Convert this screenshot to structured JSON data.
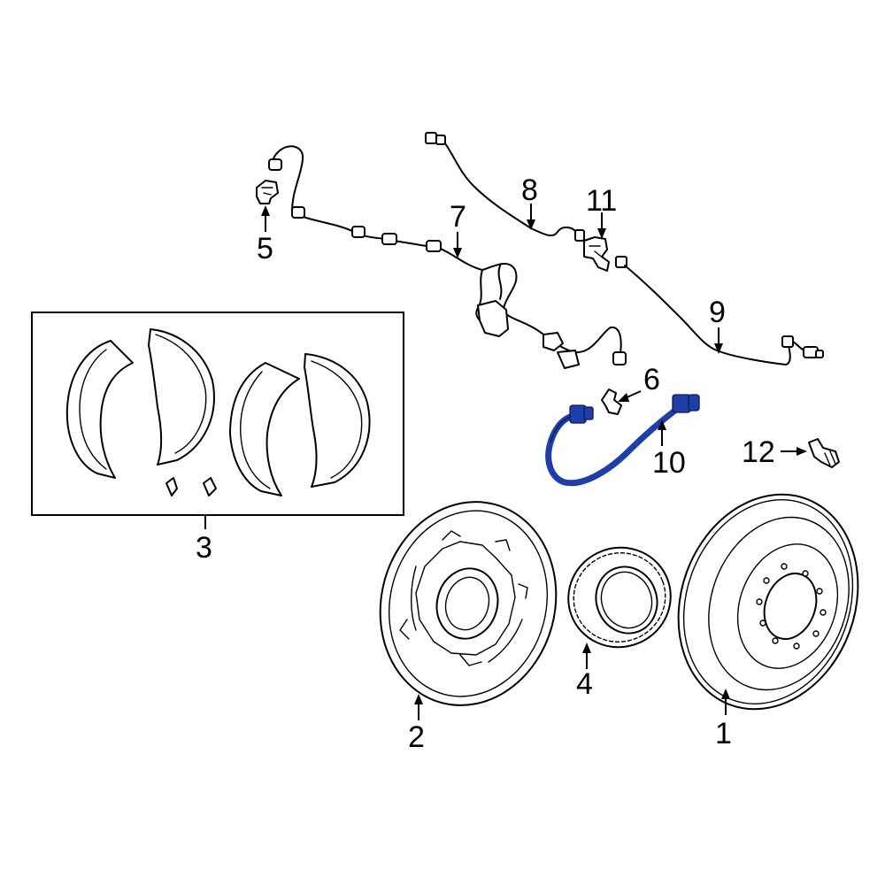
{
  "diagram": {
    "highlight_color": "#1f3fa8",
    "callouts": [
      "1",
      "2",
      "3",
      "4",
      "5",
      "6",
      "7",
      "8",
      "9",
      "10",
      "11",
      "12"
    ]
  }
}
